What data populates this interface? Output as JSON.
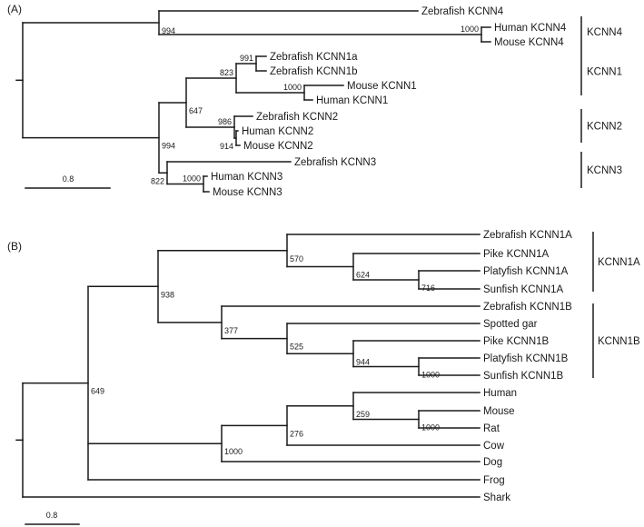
{
  "panels": [
    {
      "label": "(A)",
      "scale_label": "0.8",
      "leaves": [
        "Zebrafish KCNN4",
        "Human KCNN4",
        "Mouse KCNN4",
        "Zebrafish KCNN1a",
        "Zebrafish KCNN1b",
        "Mouse KCNN1",
        "Human KCNN1",
        "Zebrafish KCNN2",
        "Human KCNN2",
        "Mouse KCNN2",
        "Zebrafish KCNN3",
        "Human KCNN3",
        "Mouse KCNN3"
      ],
      "bootstrap": [
        "994",
        "1000",
        "991",
        "823",
        "1000",
        "647",
        "986",
        "914",
        "994",
        "822",
        "1000"
      ],
      "groups": [
        "KCNN4",
        "KCNN1",
        "KCNN2",
        "KCNN3"
      ]
    },
    {
      "label": "(B)",
      "scale_label": "0.8",
      "leaves": [
        "Zebrafish KCNN1A",
        "Pike KCNN1A",
        "Platyfish KCNN1A",
        "Sunfish KCNN1A",
        "Zebrafish KCNN1B",
        "Spotted gar",
        "Pike KCNN1B",
        "Platyfish KCNN1B",
        "Sunfish KCNN1B",
        "Human",
        "Mouse",
        "Rat",
        "Cow",
        "Dog",
        "Frog",
        "Shark"
      ],
      "bootstrap": [
        "570",
        "624",
        "716",
        "938",
        "377",
        "525",
        "944",
        "1000",
        "259",
        "1000",
        "276",
        "1000",
        "649"
      ],
      "groups": [
        "KCNN1A",
        "KCNN1B"
      ]
    }
  ]
}
